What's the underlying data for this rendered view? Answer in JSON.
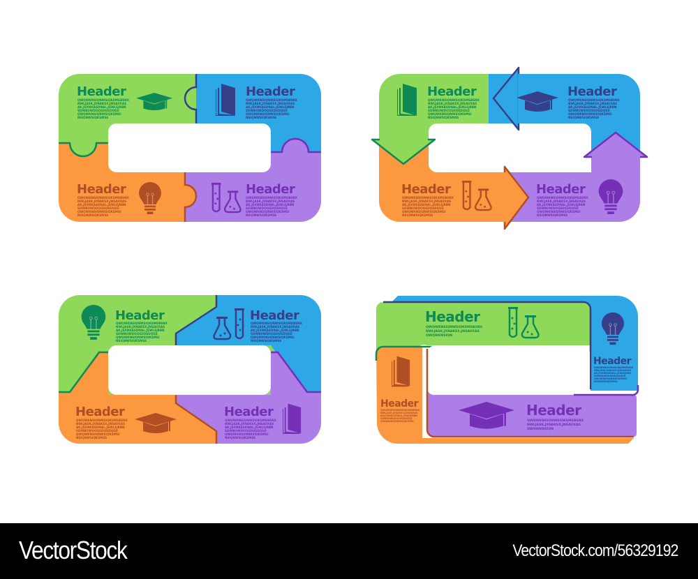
{
  "colors": {
    "green": "#8fd95a",
    "green_dark": "#0d8a55",
    "blue": "#2ea7e6",
    "blue_dark": "#36408a",
    "orange": "#fc9940",
    "orange_dark": "#b04e24",
    "purple": "#ae7ee8",
    "purple_dark": "#7630b8",
    "background": "#ffffff",
    "footer": "#000000"
  },
  "diagrams": [
    {
      "style": "puzzle",
      "segments": [
        {
          "color": "green",
          "header": "Header",
          "icon": "graduation-cap-icon",
          "lines": [
            "QWQWKNSIQNWSIQKSMSBSNX",
            "NWLJASK,JXNAKSX,JNSAUXAS",
            "AK,JSXNKASDNAL,JSWLEJRBN",
            "SDWBOWDOQSDQSDQSD",
            "QWQWKNSIQNWSIQKSMSI",
            "NSIQNWSIQKSMSS"
          ]
        },
        {
          "color": "blue",
          "header": "Header",
          "icon": "book-icon",
          "lines": [
            "QWQWKNSIQNWSIQKSMSBSNX",
            "NWLJASK,JXNAKSX,JNSAUXAS",
            "AK,JSXNKASDNAL,JSWLEJRBN",
            "SDWBOWDOQSDQSDQSD",
            "QWQWKNSIQNWSIQKSMSI",
            "NSIQNWSIQKSMSS"
          ]
        },
        {
          "color": "orange",
          "header": "Header",
          "icon": "lightbulb-icon",
          "lines": [
            "QWQWKNSIQNWSIQKSMSBSNX",
            "NWLJASK,JXNAKSX,JNSAUXAS",
            "AK,JSXNKASDNAL,JSWLEJRBN",
            "SDWBOWDOQSDQSDQSD",
            "QWQWKNSIQNWSIQKSMSI",
            "NSIQNWSIQKSMSS"
          ]
        },
        {
          "color": "purple",
          "header": "Header",
          "icon": "test-tube-flask-icon",
          "lines": [
            "QWQWKNSIQNWSIQKSMSBSNX",
            "NWLJASK,JXNAKSX,JNSAUXAS",
            "AK,JSXNKASDNAL,JSWLEJRBN",
            "SDWBOWDOQSDQSDQSD",
            "QWQWKNSIQNWSIQKSMSI",
            "NSIQNWSIQKSMSS"
          ]
        }
      ]
    },
    {
      "style": "arrows",
      "segments": [
        {
          "color": "green",
          "header": "Header",
          "icon": "book-icon",
          "lines": [
            "QWQWKNSIQNWSIQKSMSBSNX",
            "NWLJASK,JXNAKSX,JNSAUXAS",
            "AK,JSXNKASDNAL,JSWLEJRBN",
            "SDWBOWDOQSDQSDQSD",
            "QWQWKNSIQNWSIQKSMSI",
            "NSIQNWSIQKSMSS"
          ]
        },
        {
          "color": "blue",
          "header": "Header",
          "icon": "graduation-cap-icon",
          "lines": [
            "QWQWKNSIQNWSIQKSMSBSNX",
            "NWLJASK,JXNAKSX,JNSAUXAS",
            "AK,JSXNKASDNAL,JSWLEJRBN",
            "SDWBOWDOQSDQSDQSD",
            "QWQWKNSIQNWSIQKSMSI",
            "NSIQNWSIQKSMSS"
          ]
        },
        {
          "color": "orange",
          "header": "Header",
          "icon": "test-tube-flask-icon",
          "lines": [
            "QWQWKNSIQNWSIQKSMSBSNX",
            "NWLJASK,JXNAKSX,JNSAUXAS",
            "AK,JSXNKASDNAL,JSWLEJRBN",
            "SDWBOWDOQSDQSDQSD",
            "QWQWKNSIQNWSIQKSMSI",
            "NSIQNWSIQKSMSS"
          ]
        },
        {
          "color": "purple",
          "header": "Header",
          "icon": "lightbulb-icon",
          "lines": [
            "QWQWKNSIQNWSIQKSMSBSNX",
            "NWLJASK,JXNAKSX,JNSAUXAS",
            "AK,JSXNKASDNAL,JSWLEJRBN",
            "SDWBOWDOQSDQSDQSD",
            "QWQWKNSIQNWSIQKSMSI",
            "NSIQNWSIQKSMSS"
          ]
        }
      ]
    },
    {
      "style": "slanted",
      "segments": [
        {
          "color": "green",
          "header": "Header",
          "icon": "lightbulb-icon",
          "lines": [
            "QWQWKNSIQNWSIQKSMSBSNX",
            "NWLJASK,JXNAKSX,JNSAUXAS",
            "AK,JSXNKASDNAL,JSWLEJRBN",
            "SDWBOWDOQSDQSDQSD",
            "QWQWKNSIQNWSIQKSMSI",
            "NSIQNWSIQKSMSS"
          ]
        },
        {
          "color": "blue",
          "header": "Header",
          "icon": "test-tube-flask-icon",
          "lines": [
            "QWQWKNSIQNWSIQKSMSBSNX",
            "NWLJASK,JXNAKSX,JNSAUXAS",
            "AK,JSXNKASDNAL,JSWLEJRBN",
            "SDWBOWDOQSDQSDQSD",
            "QWQWKNSIQNWSIQKSMSI",
            "NSIQNWSIQKSMSS"
          ]
        },
        {
          "color": "orange",
          "header": "Header",
          "icon": "graduation-cap-icon",
          "lines": [
            "QWQWKNSIQNWSIQKSMSBSNX",
            "NWLJASK,JXNAKSX,JNSAUXAS",
            "AK,JSXNKASDNAL,JSWLEJRBN",
            "SDWBOWDOQSDQSDQSD",
            "QWQWKNSIQNWSIQKSMSI",
            "NSIQNWSIQKSMSS"
          ]
        },
        {
          "color": "purple",
          "header": "Header",
          "icon": "book-icon",
          "lines": [
            "QWQWKNSIQNWSIQKSMSBSNX",
            "NWLJASK,JXNAKSX,JNSAUXAS",
            "AK,JSXNKASDNAL,JSWLEJRBN",
            "SDWBOWDOQSDQSDQSD",
            "QWQWKNSIQNWSIQKSMSI",
            "NSIQNWSIQKSMSS"
          ]
        }
      ]
    },
    {
      "style": "overlapping-bands",
      "segments": [
        {
          "color": "green",
          "header": "Header",
          "icon": "test-tube-flask-icon",
          "lines": [
            "QWQWKNSIQNWSIQKSMSBSNX",
            "NWLJASK,JXNAKSX,JNSAUXAS",
            "QWQWKNSIQN"
          ]
        },
        {
          "color": "blue",
          "header": "Header",
          "icon": "lightbulb-icon",
          "lines": [
            "QWQWKNSIQNWSIQKSMSBSNX",
            "NWLJASK,JXNAKSX,JNSAUXAS",
            "AK,JSXNKASDNAL,JSWLEJRBN",
            "SDWBOWDOQSDQSDQSD",
            "QWQWKNSIQNWSIQKSMSI",
            "NSIQNWSIQKSMSS"
          ]
        },
        {
          "color": "orange",
          "header": "Header",
          "icon": "book-icon",
          "lines": [
            "QWQWKNSIQNWSIQKSMSBSNX",
            "NWLJASK,JXNAKSX,JNSAUXAS",
            "AK,JSXNKASDNAL,JSWLEJRBN",
            "SDWBOWDOQSDQSDQSD",
            "QWQWKNSIQNWSIQKSMSI",
            "NSIQNWSIQKSMSS"
          ]
        },
        {
          "color": "purple",
          "header": "Header",
          "icon": "graduation-cap-icon",
          "lines": [
            "QWQWKNSIQNWSIQKSMSBSNX",
            "NWLJASK,JXNAKSX,JNSAUXAS",
            "QWQWKNSIQN"
          ]
        }
      ]
    }
  ],
  "footer": {
    "brand": "VectorStock",
    "url": "VectorStock.com/56329192"
  }
}
